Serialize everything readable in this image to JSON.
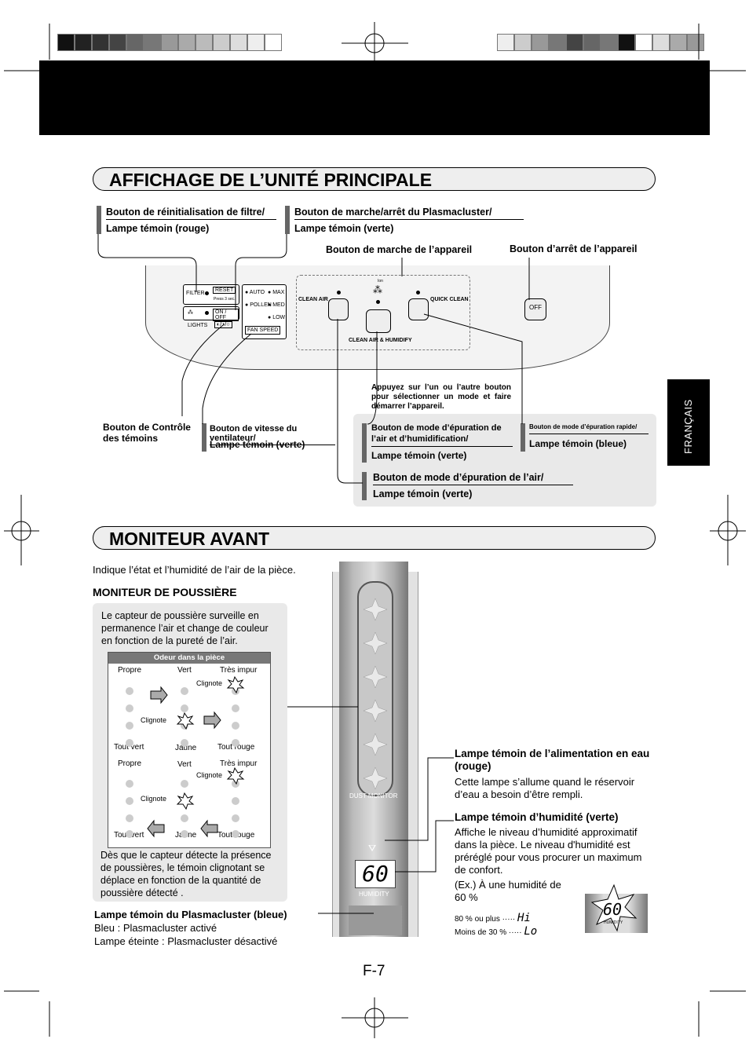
{
  "sections": {
    "affichage": "AFFICHAGE DE L’UNITÉ PRINCIPALE",
    "moniteur": "MONITEUR AVANT"
  },
  "side_tab": "FRANÇAIS",
  "page_number": "F-7",
  "colors": {
    "band": "#000000",
    "panel": "#f3f3f3",
    "gray_box": "#e9e9e9"
  },
  "labels": {
    "reset_title": "Bouton de réinitialisation de filtre/",
    "reset_lamp": "Lampe témoin (rouge)",
    "plasma_title": "Bouton de marche/arrêt du Plasmacluster/",
    "plasma_lamp": "Lampe témoin (verte)",
    "power_on": "Bouton de marche de l’appareil",
    "power_off": "Bouton d’arrêt de l’appareil",
    "lights_ctrl": "Bouton de Contrôle des témoins",
    "fan_title": "Bouton de vitesse du ventilateur/",
    "fan_lamp": "Lampe témoin (verte)",
    "press_note": "Appuyez sur l’un ou l’autre bouton pour sélectionner un mode et faire démarrer l’appareil.",
    "humid_title": "Bouton de mode d’épuration de l’air et d’humidification/",
    "humid_lamp": "Lampe témoin (verte)",
    "quick_title": "Bouton de mode d’épuration rapide/",
    "quick_lamp": "Lampe témoin (bleue)",
    "air_title": "Bouton de mode d’épuration de l’air/",
    "air_lamp": "Lampe témoin (verte)"
  },
  "panel": {
    "filter": "FILTER",
    "reset": "RESET",
    "press3": "Press 3 sec.",
    "onoff": "ON / OFF",
    "lights": "LIGHTS",
    "auto": "AUTO",
    "max": "MAX",
    "pollen": "POLLEN",
    "med": "MED",
    "low": "LOW",
    "fan_speed": "FAN SPEED",
    "clean_air": "CLEAN AIR",
    "quick_clean": "QUICK CLEAN",
    "clean_air_humidify": "CLEAN AIR & HUMIDIFY",
    "off": "OFF",
    "ion": "Ion"
  },
  "monitor": {
    "intro": "Indique l’état et l’humidité de l’air de la pièce.",
    "dust_heading": "MONITEUR DE POUSSIÈRE",
    "dust_text": "Le capteur de poussière surveille en permanence l’air et change de couleur en fonction de la pureté de l’air.",
    "odeur": "Odeur dans la pièce",
    "propre": "Propre",
    "vert": "Vert",
    "tres_impur": "Très impur",
    "clignote": "Clignote",
    "tout_vert": "Tout vert",
    "jaune": "Jaune",
    "tout_rouge": "Tout rouge",
    "dust_text2": "Dès que le capteur détecte la présence de poussières, le témoin clignotant se déplace en fonction de la quantité de poussière détecté .",
    "plasma_lamp_title": "Lampe témoin du Plasmacluster (bleue)",
    "plasma_on": "Bleu : Plasmacluster activé",
    "plasma_off": "Lampe éteinte : Plasmacluster désactivé",
    "dust_monitor": "DUST MONITOR",
    "humidity": "HUMIDITY",
    "humidity_value": "60",
    "water_title": "Lampe témoin de l’alimentation en eau (rouge)",
    "water_text": "Cette lampe s’allume quand le réservoir d’eau a besoin d’être rempli.",
    "humid_lamp_title": "Lampe témoin d’humidité (verte)",
    "humid_lamp_text": "Affiche le niveau d’humidité approximatif dans la pièce. Le niveau d'humidité est préréglé pour vous procurer un maximum de confort.",
    "example": "(Ex.) À une humidité de 60 %",
    "over80": "80 % ou plus",
    "under30": "Moins de 30 %",
    "hi": "Hi",
    "lo": "Lo"
  }
}
